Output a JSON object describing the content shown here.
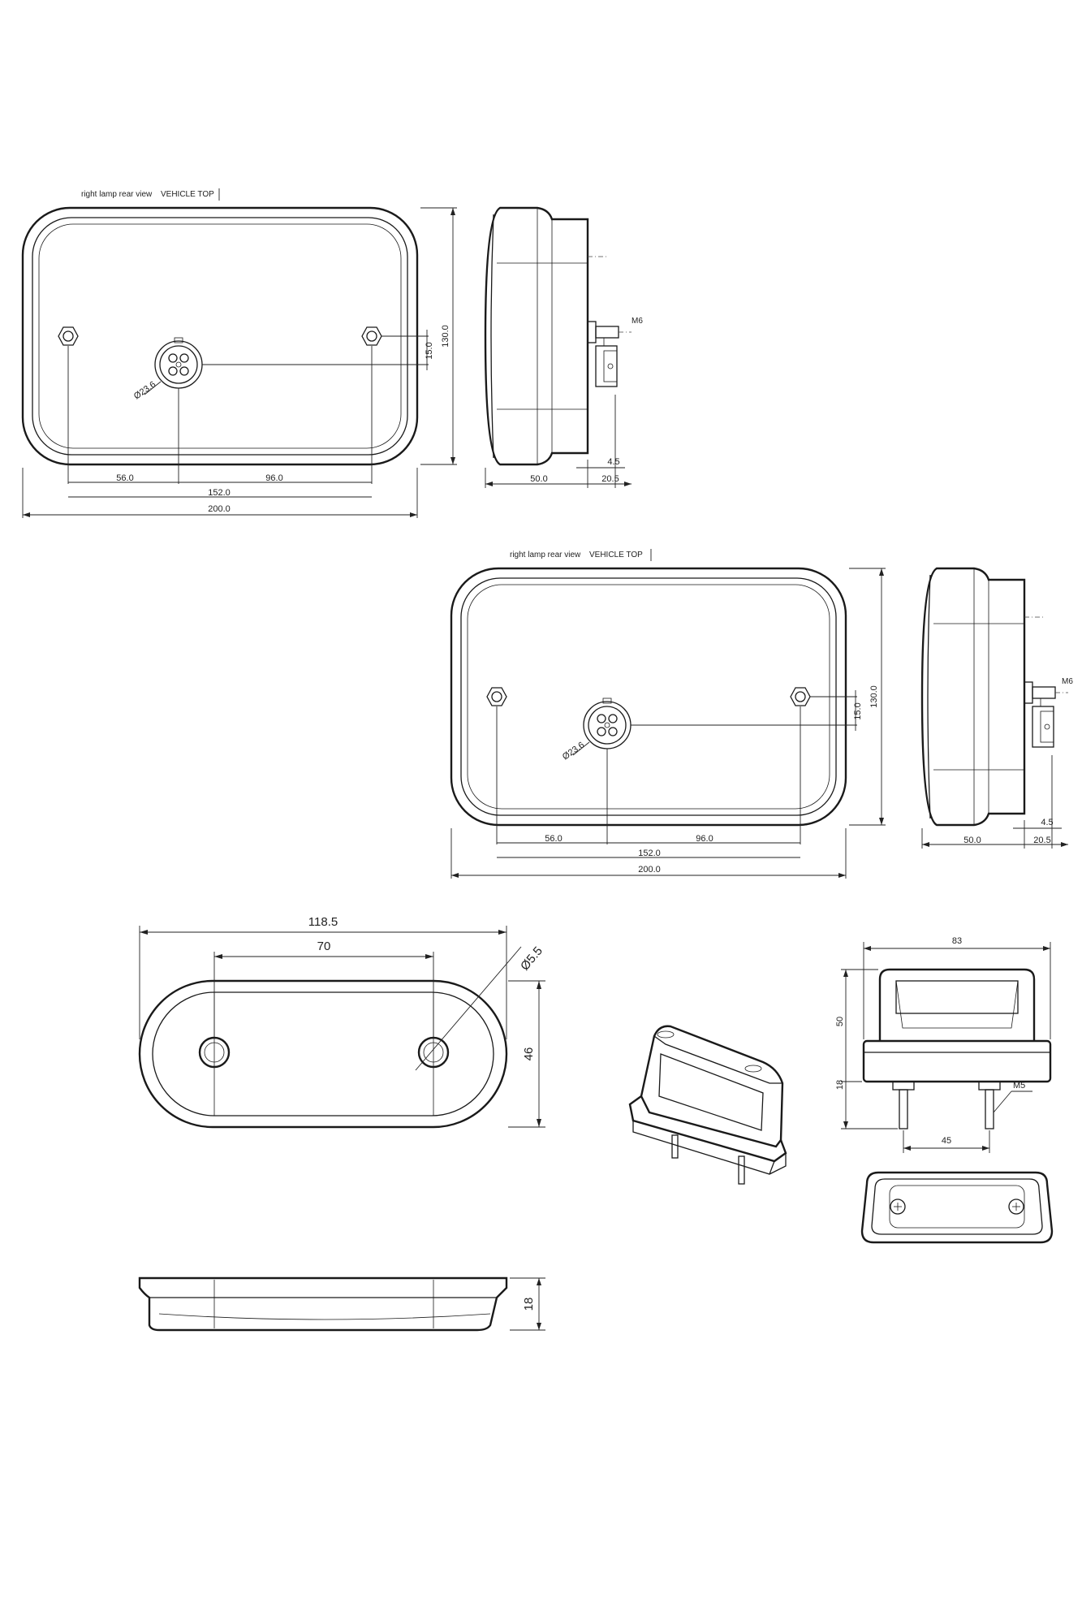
{
  "labels": {
    "rear_view": "right lamp rear view",
    "vehicle_top": "VEHICLE TOP"
  },
  "lamp_rect": {
    "dims": {
      "d56": "56.0",
      "d96": "96.0",
      "d152": "152.0",
      "d200": "200.0",
      "d130": "130.0",
      "d15": "15.0",
      "dia": "Ø23.6",
      "side50": "50.0",
      "side20": "20.5",
      "side45": "4.5",
      "thread": "M6"
    }
  },
  "marker_oval": {
    "dims": {
      "len": "118.5",
      "holes": "70",
      "hole_dia": "Ø5.5",
      "height": "46",
      "depth": "18"
    }
  },
  "plate_lamp": {
    "dims": {
      "width": "83",
      "height": "50",
      "base": "18",
      "studs": "45",
      "thread": "M5"
    }
  }
}
